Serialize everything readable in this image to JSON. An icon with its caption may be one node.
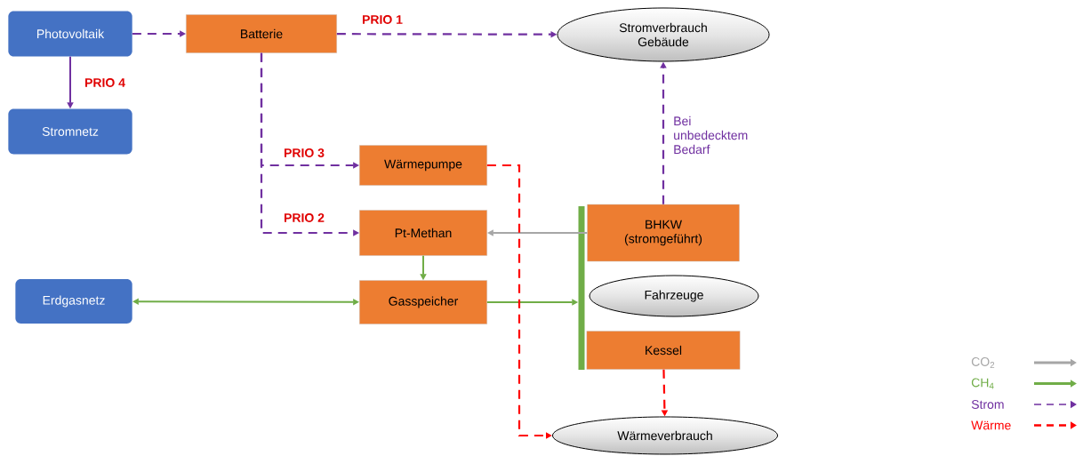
{
  "diagram": {
    "nodes": [
      {
        "text": [
          "Photovoltaik"
        ]
      },
      {
        "text": [
          "Batterie"
        ]
      },
      {
        "text": [
          "Stromverbrauch Gebäude"
        ]
      },
      {
        "text": [
          "Stromnetz"
        ]
      },
      {
        "text": [
          "Wärmepumpe"
        ]
      },
      {
        "text": [
          "Pt-Methan"
        ]
      },
      {
        "text": [
          "BHKW (stromgeführt)"
        ]
      },
      {
        "text": [
          "Erdgasnetz"
        ]
      },
      {
        "text": [
          "Gasspeicher"
        ]
      },
      {
        "text": [
          "Fahrzeuge"
        ]
      },
      {
        "text": [
          "Kessel"
        ]
      },
      {
        "text": [
          "Wärmeverbrauch"
        ]
      },
      {
        "text": [],
        "shape": "bar"
      }
    ],
    "edges": [
      {
        "from": 0,
        "to": 1,
        "arrow": "to",
        "style": "dashed"
      },
      {
        "from": 1,
        "to": 2,
        "arrow": "to",
        "style": "dashed",
        "label": "PRIO 1"
      },
      {
        "from": 0,
        "to": 3,
        "arrow": "to",
        "label": "PRIO 4"
      },
      {
        "from": 1,
        "to": 4,
        "arrow": "to",
        "style": "dashed",
        "label": "PRIO 3"
      },
      {
        "from": 1,
        "to": 5,
        "arrow": "to",
        "style": "dashed",
        "label": "PRIO 2"
      },
      {
        "from": 6,
        "to": 2,
        "arrow": "to",
        "style": "dashed",
        "label": "Bei unbedecktem Bedarf"
      },
      {
        "from": 6,
        "to": 5,
        "arrow": "to",
        "color": "#a6a6a6"
      },
      {
        "from": 5,
        "to": 8,
        "arrow": "to",
        "color": "#70ad47"
      },
      {
        "from": 7,
        "to": 8,
        "arrow": "both",
        "color": "#70ad47"
      },
      {
        "from": 8,
        "to": 12,
        "arrow": "to",
        "color": "#70ad47"
      },
      {
        "from": 4,
        "to": 11,
        "arrow": "to",
        "style": "dashed",
        "color": "#ff0000"
      },
      {
        "from": 10,
        "to": 11,
        "arrow": "to",
        "style": "dashed",
        "color": "#ff0000"
      }
    ],
    "legend": [
      {
        "text": "CO$_{2}$"
      },
      {
        "text": "CH$_{4}$"
      },
      {
        "text": "Strom"
      },
      {
        "text": "Wärme"
      }
    ]
  }
}
